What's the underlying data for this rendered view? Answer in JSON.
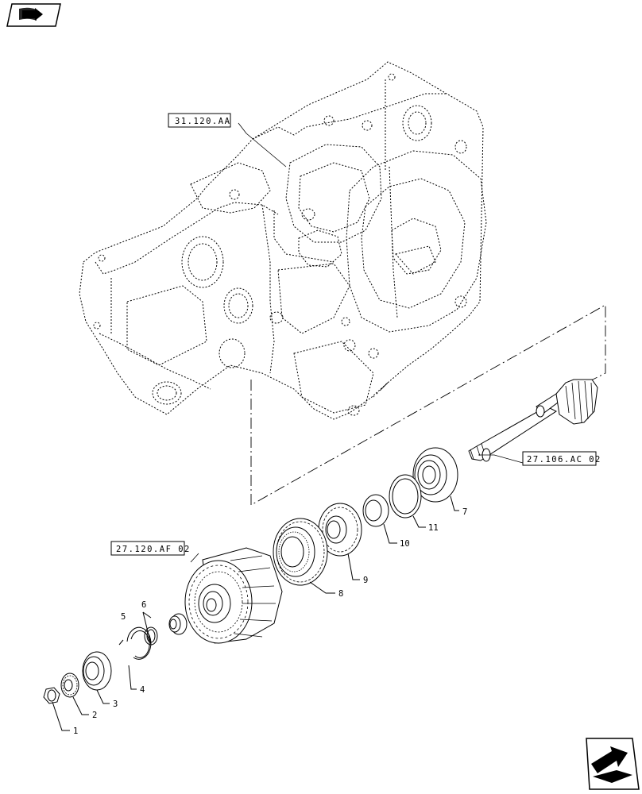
{
  "references": {
    "housing": "31.120.AA",
    "shaft": "27.106.AC 02",
    "clutch": "27.120.AF 02"
  },
  "callouts": [
    "1",
    "2",
    "3",
    "4",
    "5",
    "6",
    "7",
    "8",
    "9",
    "10",
    "11"
  ],
  "icons": {
    "top_left": "book-arrow-icon",
    "bottom_right": "page-turn-arrow-icon"
  }
}
